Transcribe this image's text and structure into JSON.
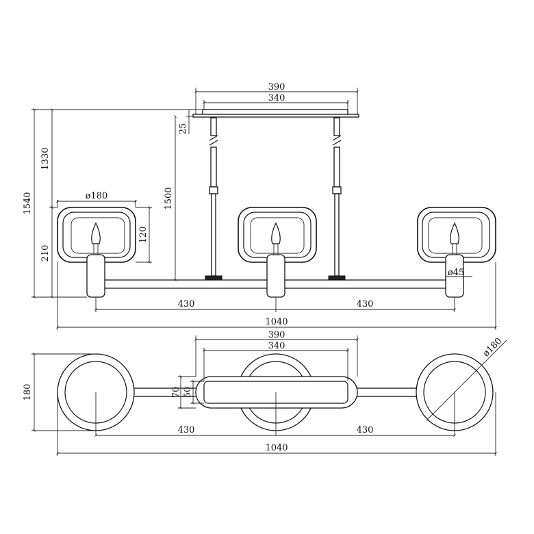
{
  "dimensions": {
    "front": {
      "canopy_width": "390",
      "canopy_inner": "340",
      "canopy_height": "25",
      "total_height": "1540",
      "body_height": "1330",
      "drop_height": "1500",
      "shade_diameter": "ø180",
      "shade_height": "120",
      "lamp_height": "210",
      "socket_diameter": "ø45",
      "spacing_left": "430",
      "spacing_right": "430",
      "total_width": "1040"
    },
    "top": {
      "canopy_width": "390",
      "canopy_inner": "340",
      "shade_diameter": "ø180",
      "depth": "180",
      "canopy_depth": "70",
      "canopy_inner_depth": "50",
      "spacing_left": "430",
      "spacing_right": "430",
      "total_width": "1040"
    }
  },
  "colors": {
    "line": "#111111",
    "background": "#ffffff"
  }
}
